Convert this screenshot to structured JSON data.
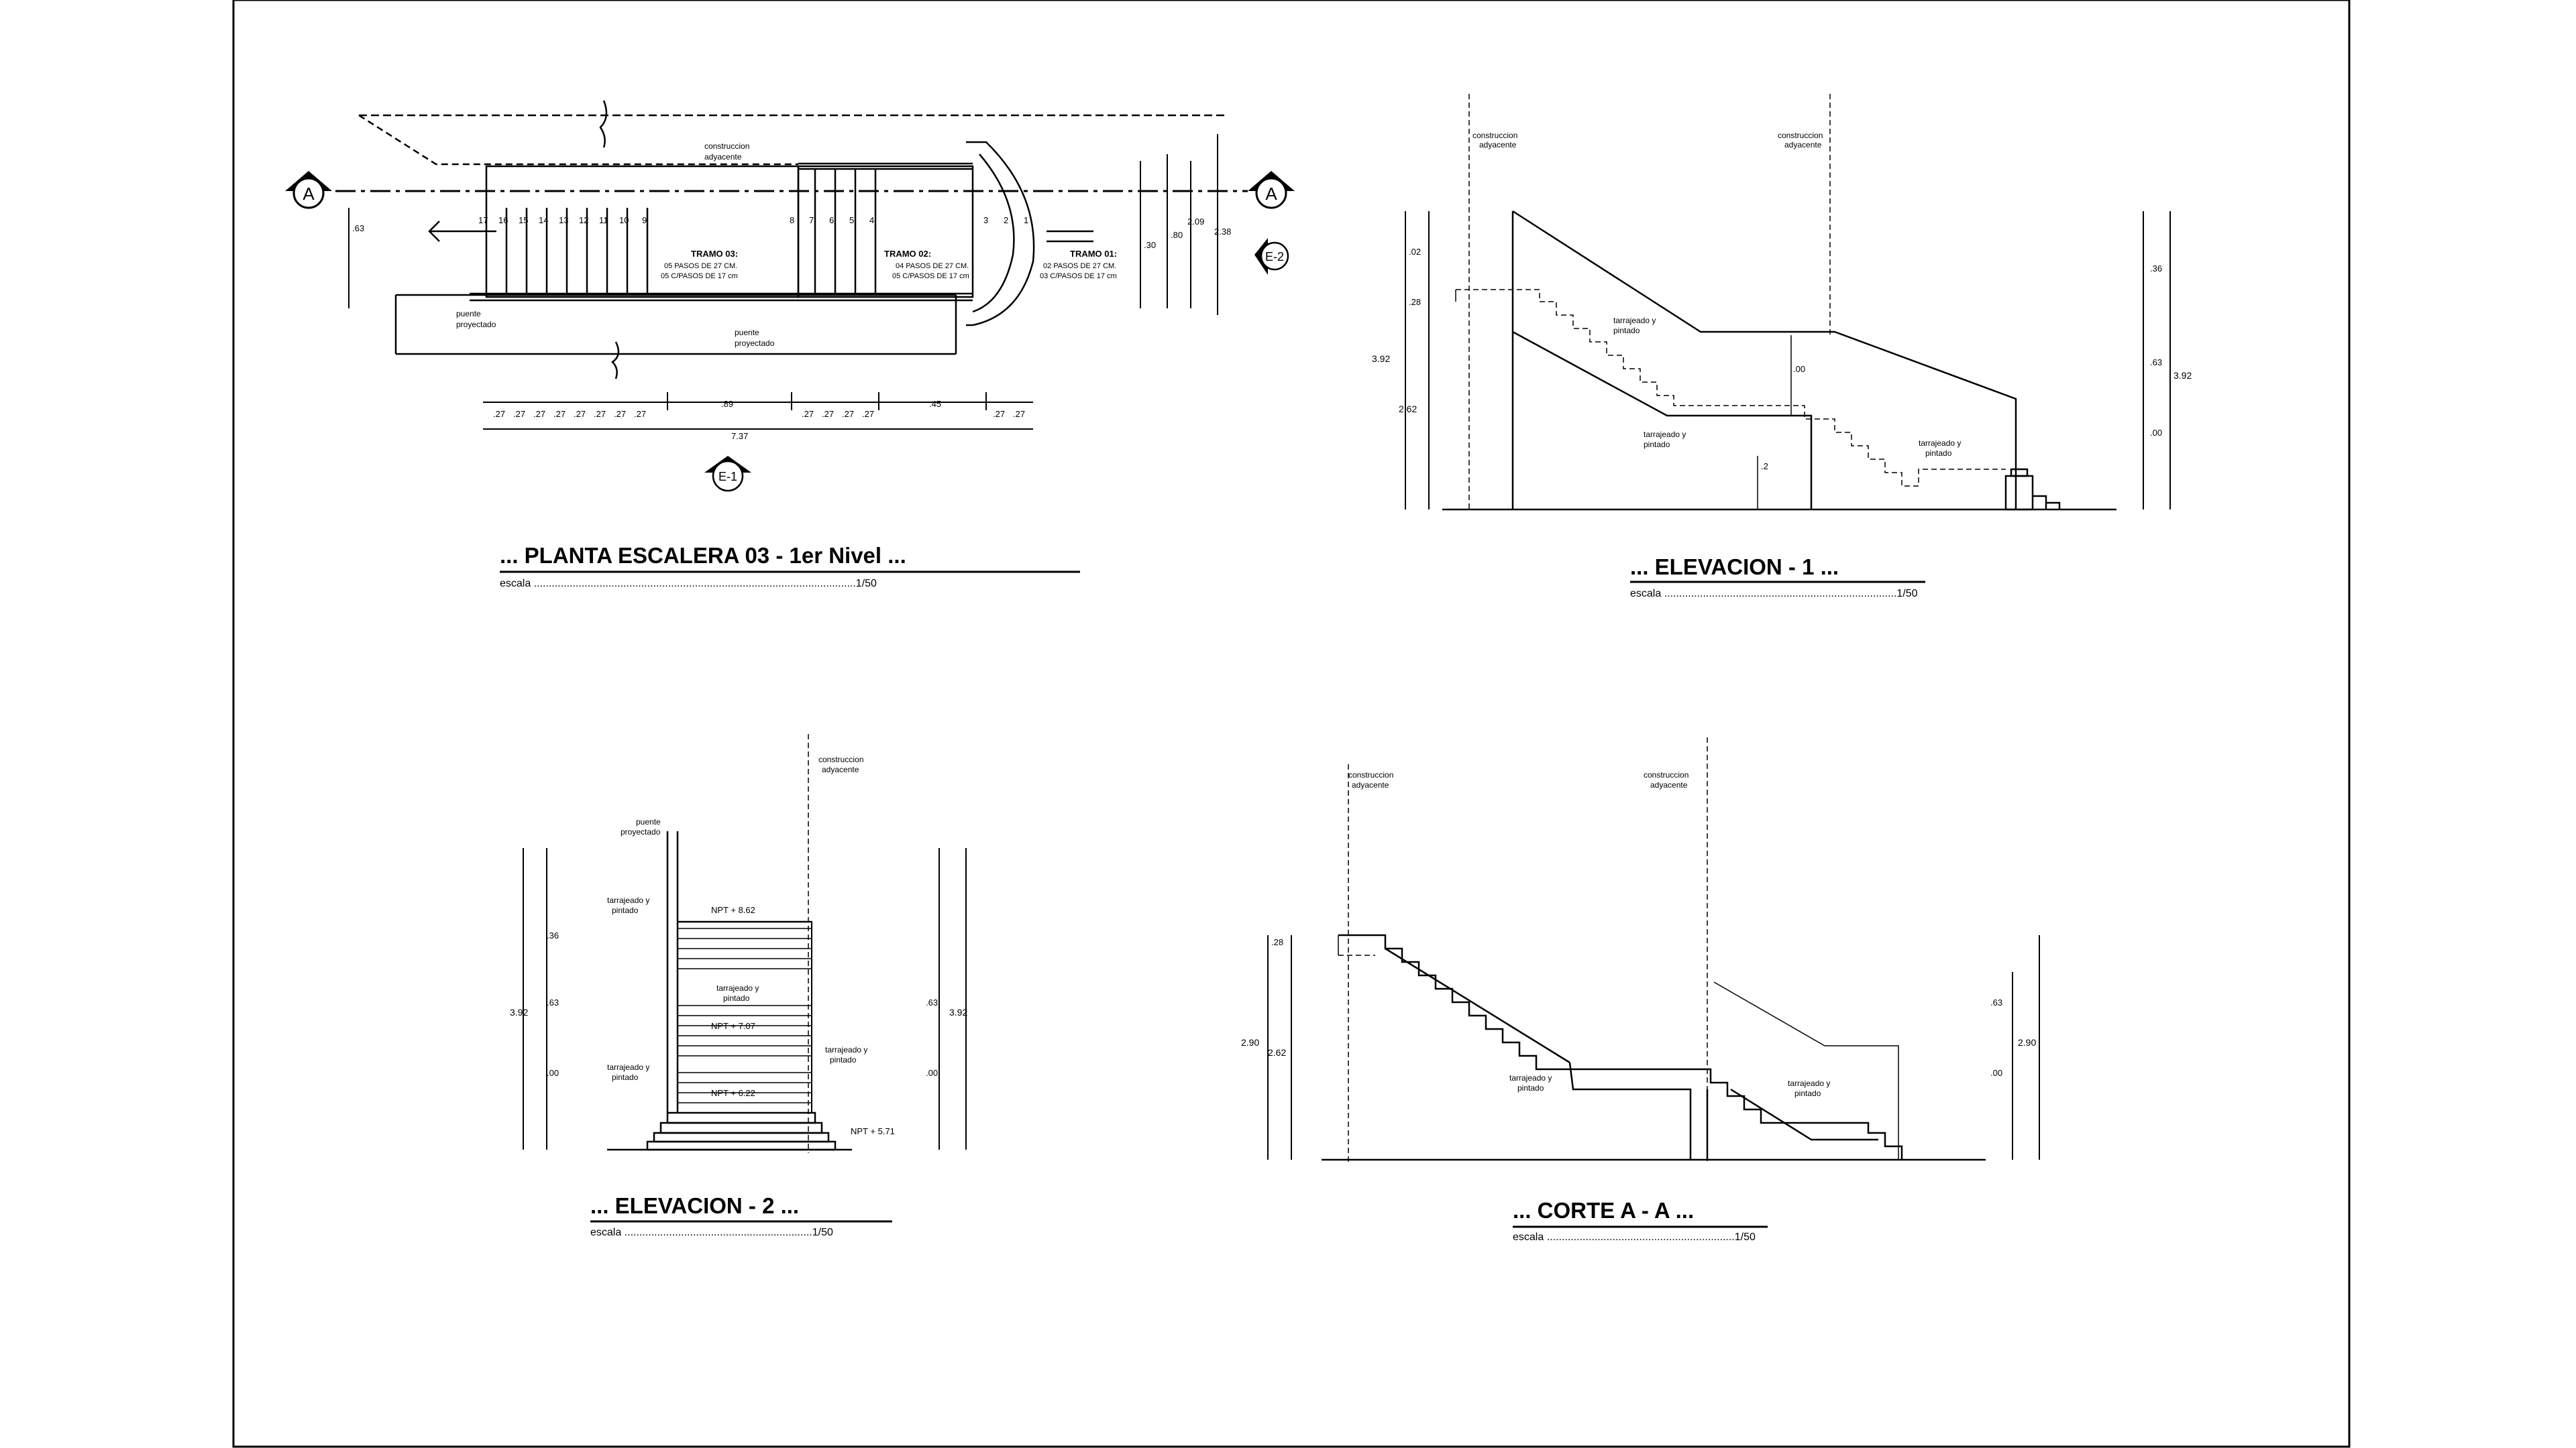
{
  "sheet": {
    "titles": {
      "planta": "... PLANTA ESCALERA 03 - 1er Nivel ...",
      "elev1": "... ELEVACION - 1 ...",
      "elev2": "... ELEVACION - 2 ...",
      "corte": "... CORTE A - A ..."
    },
    "scale": {
      "planta": "escala ............................................................................................................1/50",
      "elev1": "escala ..............................................................................1/50",
      "elev2": "escala ...............................................................1/50",
      "corte": "escala ...............................................................1/50"
    },
    "labels": {
      "construccion": "construccion",
      "adyacente": "adyacente",
      "puente": "puente",
      "proyectado": "proyectado",
      "tarrajeado": "tarrajeado y",
      "pintado": "pintado",
      "tramo03": "TRAMO 03:",
      "tramo02": "TRAMO 02:",
      "tramo01": "TRAMO 01:",
      "pasos_a": "05 PASOS DE 27 CM.",
      "cpasos_a": "05 C/PASOS DE 17 cm",
      "pasos_b": "04 PASOS DE 27 CM.",
      "cpasos_b": "05 C/PASOS DE 17 cm",
      "pasos_c": "02 PASOS DE 27 CM.",
      "cpasos_c": "03 C/PASOS DE 17 cm",
      "cut_a": "A",
      "e1": "E-1",
      "e2": "E-2"
    },
    "step_numbers": [
      "17",
      "16",
      "15",
      "14",
      "13",
      "12",
      "11",
      "10",
      "9",
      "8",
      "7",
      "6",
      "5",
      "4",
      "3",
      "2",
      "1"
    ],
    "dims": {
      "d27": ".27",
      "d89": ".89",
      "d45": ".45",
      "total": "7.37",
      "d63": ".63",
      "d2_09": "2.09",
      "d2_38": "2.38",
      "d80": ".80",
      "d30": ".30",
      "d36": ".36",
      "d28": ".28",
      "d02": ".02",
      "d392": "3.92",
      "d262": "2.62",
      "d00": ".00",
      "d2": ".2",
      "d290": "2.90"
    },
    "npt": [
      "NPT + 8.62",
      "NPT + 7.07",
      "NPT + 6.22",
      "NPT + 5.71"
    ]
  }
}
